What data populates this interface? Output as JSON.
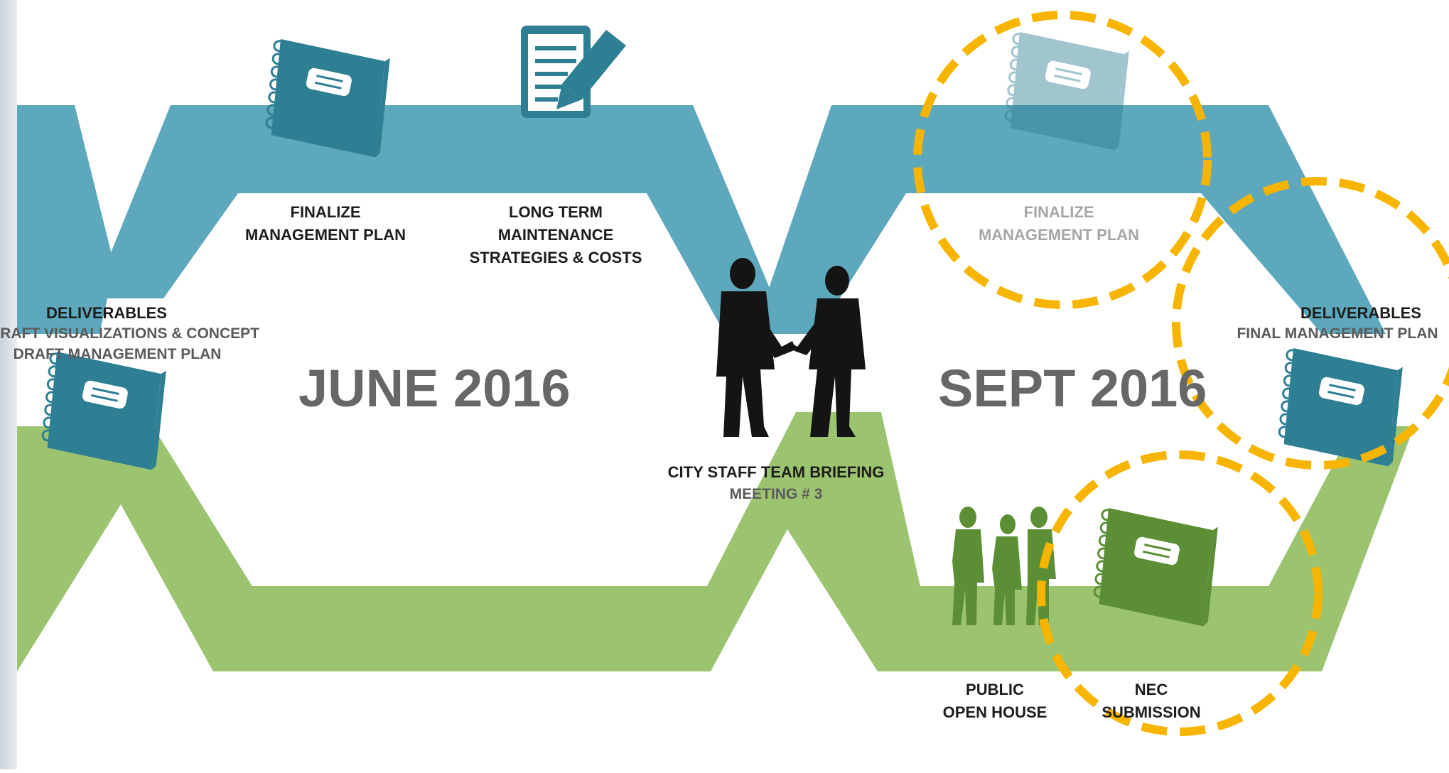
{
  "colors": {
    "teal_band": "#5ea8bd",
    "green_band": "#9cc36f",
    "notebook_teal": "#2e7f93",
    "notebook_green": "#5c8f35",
    "highlight": "#f7b500",
    "text_dark": "#1d1d1b",
    "text_gray": "#676767"
  },
  "periods": {
    "june": "JUNE 2016",
    "sept": "SEPT 2016"
  },
  "milestones": {
    "finalize_june": {
      "line1": "FINALIZE",
      "line2": "MANAGEMENT PLAN",
      "icon": "notebook-icon"
    },
    "long_term": {
      "line1": "LONG TERM",
      "line2": "MAINTENANCE",
      "line3": "STRATEGIES & COSTS",
      "icon": "pencil-document-icon"
    },
    "deliverables_left": {
      "title": "DELIVERABLES",
      "line1": "DRAFT VISUALIZATIONS & CONCEPT",
      "line2": "DRAFT MANAGEMENT PLAN",
      "icon": "notebook-icon"
    },
    "briefing": {
      "title": "CITY STAFF TEAM BRIEFING",
      "sub": "MEETING # 3",
      "icon": "handshake-people-icon"
    },
    "finalize_sept": {
      "line1": "FINALIZE",
      "line2": "MANAGEMENT PLAN",
      "icon": "notebook-icon"
    },
    "deliverables_right": {
      "title": "DELIVERABLES",
      "line1": "FINAL MANAGEMENT PLAN",
      "icon": "notebook-icon"
    },
    "open_house": {
      "line1": "PUBLIC",
      "line2": "OPEN HOUSE",
      "icon": "people-group-icon"
    },
    "nec": {
      "line1": "NEC",
      "line2": "SUBMISSION",
      "icon": "notebook-icon"
    }
  }
}
